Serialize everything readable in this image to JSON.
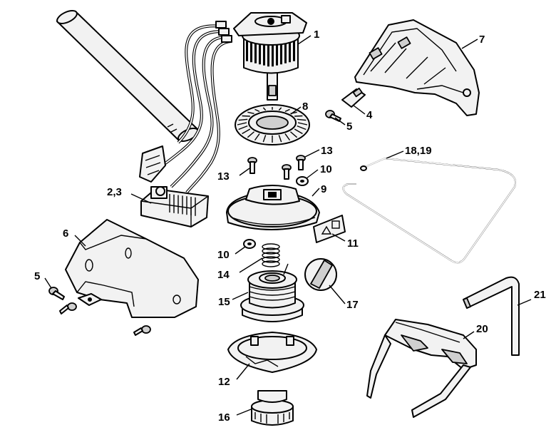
{
  "labels": {
    "l1": "1",
    "l23": "2,3",
    "l4": "4",
    "l5a": "5",
    "l5b": "5",
    "l6": "6",
    "l7": "7",
    "l8": "8",
    "l9": "9",
    "l10a": "10",
    "l10b": "10",
    "l11": "11",
    "l12": "12",
    "l13a": "13",
    "l13b": "13",
    "l14": "14",
    "l15": "15",
    "l16": "16",
    "l17": "17",
    "l1819": "18,19",
    "l20": "20",
    "l21": "21"
  }
}
